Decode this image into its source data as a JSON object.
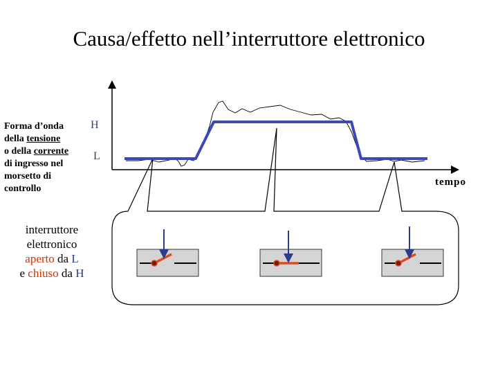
{
  "slide": {
    "title": "Causa/effetto nell’interruttore elettronico"
  },
  "input_label": {
    "line1": "Forma d’onda",
    "line2_prefix": "della ",
    "line2_underlined": "tensione",
    "line3_prefix": "o della ",
    "line3_underlined": "corrente",
    "line4": "di ingresso nel",
    "line5": "morsetto di",
    "line6": "controllo"
  },
  "levels": {
    "high": "H",
    "low": "L"
  },
  "time_axis": {
    "label": "tempo"
  },
  "switch_description": {
    "line1": "interruttore",
    "line2": "elettronico",
    "open_word": "aperto",
    "open_by": " da ",
    "open_level": "L",
    "closed_prefix": "e ",
    "closed_word": "chiuso",
    "closed_by": " da ",
    "closed_level": "H"
  },
  "switch_states": [
    "open",
    "closed",
    "open"
  ],
  "colors": {
    "waveform": "#3b48b5",
    "switch_lever": "#e04a1a",
    "switch_box": "#d4d4d4",
    "arrow": "#2e3a8c"
  }
}
